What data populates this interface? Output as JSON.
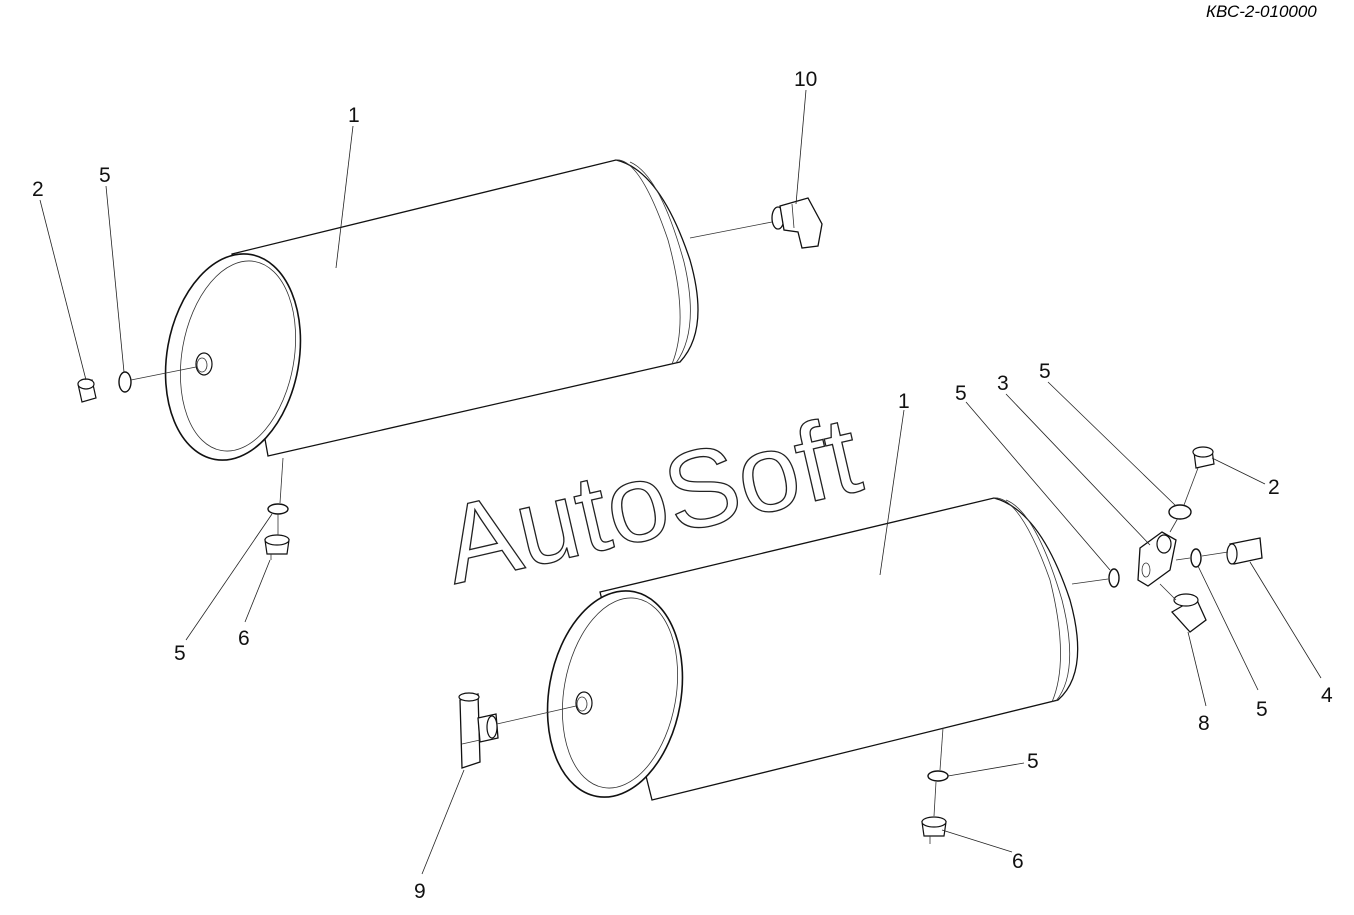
{
  "document": {
    "code": "КВС-2-010000",
    "watermark": "AutoSoft"
  },
  "callouts": {
    "c1a": "1",
    "c1b": "1",
    "c2a": "2",
    "c2b": "2",
    "c3": "3",
    "c4": "4",
    "c5a": "5",
    "c5b": "5",
    "c5c": "5",
    "c5d": "5",
    "c5e": "5",
    "c5f": "5",
    "c6a": "6",
    "c6b": "6",
    "c8": "8",
    "c9": "9",
    "c10": "10"
  },
  "colors": {
    "line": "#111111",
    "background": "#ffffff"
  }
}
